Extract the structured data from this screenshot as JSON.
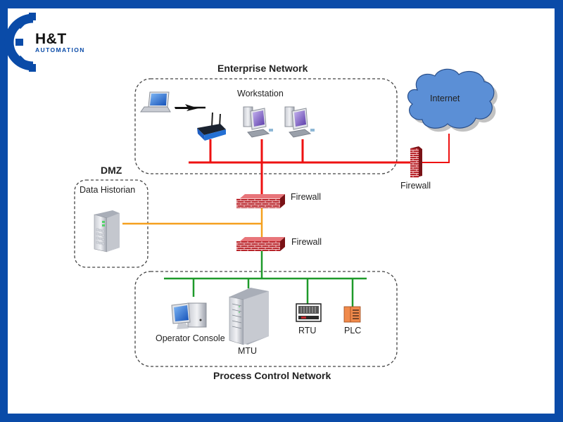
{
  "brand": {
    "name": "H&T",
    "tagline": "AUTOMATION",
    "logo_icon": "gear-icon",
    "color": "#0a4ba8"
  },
  "frame": {
    "border_color": "#0a4ba8",
    "background": "#ffffff"
  },
  "zones": {
    "enterprise": {
      "title": "Enterprise Network",
      "sublabel": "Workstation"
    },
    "dmz": {
      "title": "DMZ",
      "sublabel": "Data Historian"
    },
    "process_control": {
      "title": "Process Control Network"
    }
  },
  "nodes": {
    "laptop": {
      "icon": "laptop-icon"
    },
    "wireless_link": {
      "icon": "lightning-link-icon"
    },
    "router": {
      "icon": "wireless-router-icon"
    },
    "workstation_1": {
      "icon": "desktop-computer-icon"
    },
    "workstation_2": {
      "icon": "desktop-computer-icon"
    },
    "internet": {
      "label": "Internet",
      "icon": "cloud-icon"
    },
    "firewall_internet": {
      "label": "Firewall",
      "icon": "firewall-tower-icon"
    },
    "firewall_upper": {
      "label": "Firewall",
      "icon": "firewall-icon"
    },
    "firewall_lower": {
      "label": "Firewall",
      "icon": "firewall-icon"
    },
    "data_historian": {
      "icon": "server-tower-icon"
    },
    "operator_console": {
      "label": "Operator Console",
      "icon": "desktop-computer-icon"
    },
    "mtu": {
      "label": "MTU",
      "icon": "server-tower-icon"
    },
    "rtu": {
      "label": "RTU",
      "icon": "rtu-device-icon"
    },
    "plc": {
      "label": "PLC",
      "icon": "plc-device-icon"
    }
  },
  "link_colors": {
    "enterprise": "#ee1111",
    "dmz": "#f5a01e",
    "process_control": "#1e9a2a"
  }
}
